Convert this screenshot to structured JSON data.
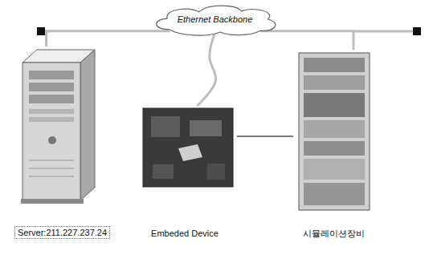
{
  "diagram": {
    "nodes": [
      {
        "text": [
          "Ethernet Backbone"
        ]
      },
      {
        "text": [
          "Server:211.227.237.24"
        ]
      },
      {
        "text": [
          "Embeded Device"
        ]
      },
      {
        "text": [
          "시뮬레이션장비"
        ]
      }
    ],
    "edges": [
      {
        "from": 1,
        "to": 0,
        "arrow": "none"
      },
      {
        "from": 0,
        "to": 2,
        "arrow": "none"
      },
      {
        "from": 2,
        "to": 3,
        "arrow": "none"
      },
      {
        "from": 3,
        "to": 0,
        "arrow": "none"
      }
    ]
  }
}
